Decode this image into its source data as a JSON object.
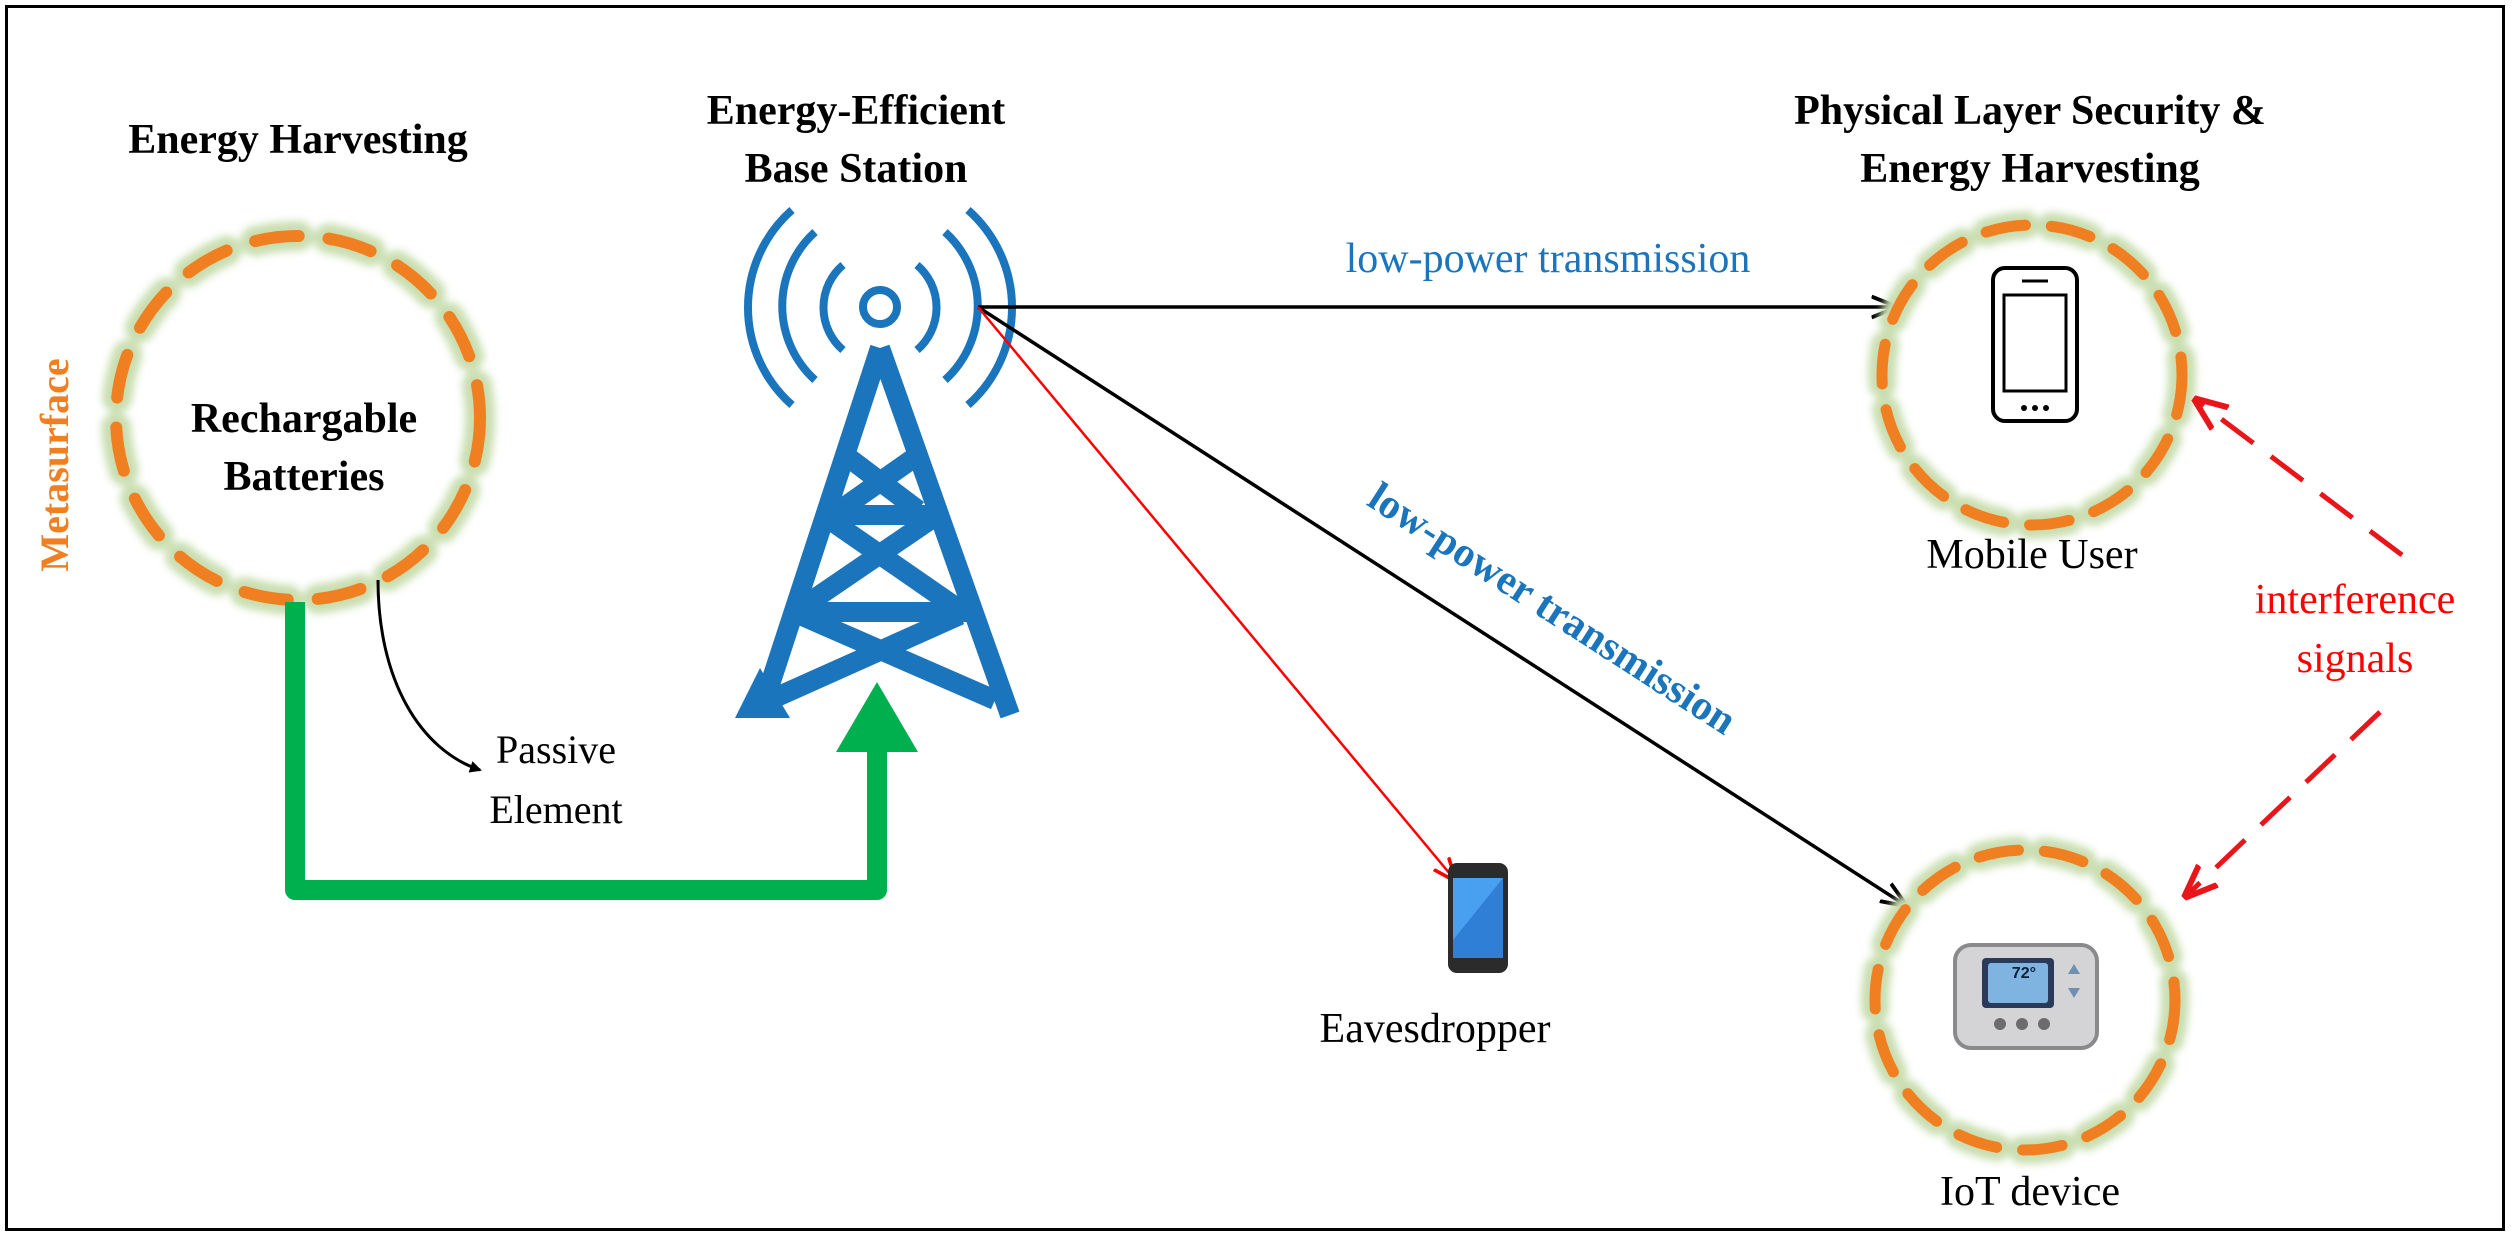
{
  "titles": {
    "energy_harvesting": "Energy Harvesting",
    "base_station_line1": "Energy-Efficient",
    "base_station_line2": "Base Station",
    "pls_line1": "Physical Layer Security &",
    "pls_line2": "Energy Harvesting"
  },
  "labels": {
    "metasurface": "Metasurface",
    "batteries_line1": "Rechargable",
    "batteries_line2": "Batteries",
    "passive_line1": "Passive",
    "passive_line2": "Element",
    "transmission_top": "low-power transmission",
    "transmission_diag": "low-power transmission",
    "mobile_user": "Mobile User",
    "interference_line1": "interference",
    "interference_line2": "signals",
    "eavesdropper": "Eavesdropper",
    "iot_device": "IoT device",
    "thermostat_temp": "72°"
  },
  "colors": {
    "orange": "#f07f22",
    "blue": "#1b75bc",
    "green": "#00b04f",
    "red": "#ff0000",
    "glow": "#c9deb0"
  }
}
